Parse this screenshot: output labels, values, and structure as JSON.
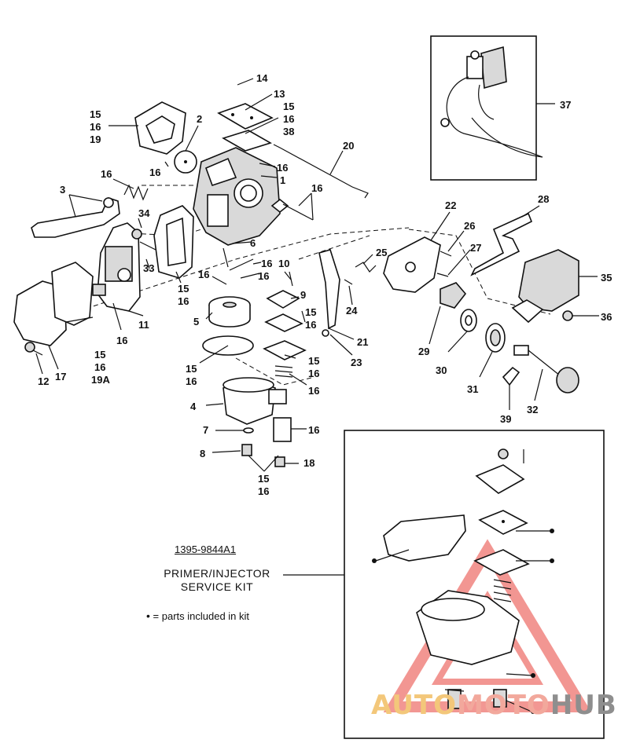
{
  "diagram": {
    "callouts": [
      {
        "id": "c14",
        "text": "14"
      },
      {
        "id": "c13",
        "text": "13"
      },
      {
        "id": "c15a",
        "text": "15"
      },
      {
        "id": "c16a",
        "text": "16"
      },
      {
        "id": "c38",
        "text": "38"
      },
      {
        "id": "c15b",
        "text": "15"
      },
      {
        "id": "c16b",
        "text": "16"
      },
      {
        "id": "c19",
        "text": "19"
      },
      {
        "id": "c2",
        "text": "2"
      },
      {
        "id": "c16c",
        "text": "16"
      },
      {
        "id": "c16d",
        "text": "16"
      },
      {
        "id": "c1",
        "text": "1"
      },
      {
        "id": "c20",
        "text": "20"
      },
      {
        "id": "c16e",
        "text": "16"
      },
      {
        "id": "c3",
        "text": "3"
      },
      {
        "id": "c16f",
        "text": "16"
      },
      {
        "id": "c34",
        "text": "34"
      },
      {
        "id": "c33",
        "text": "33"
      },
      {
        "id": "c15c",
        "text": "15"
      },
      {
        "id": "c16g",
        "text": "16"
      },
      {
        "id": "c6",
        "text": "6"
      },
      {
        "id": "c16h",
        "text": "16"
      },
      {
        "id": "c16i",
        "text": "16"
      },
      {
        "id": "c16j",
        "text": "16"
      },
      {
        "id": "c10",
        "text": "10"
      },
      {
        "id": "c9",
        "text": "9"
      },
      {
        "id": "c15d",
        "text": "15"
      },
      {
        "id": "c16k",
        "text": "16"
      },
      {
        "id": "c5",
        "text": "5"
      },
      {
        "id": "c11",
        "text": "11"
      },
      {
        "id": "c16l",
        "text": "16"
      },
      {
        "id": "c15e",
        "text": "15"
      },
      {
        "id": "c16m",
        "text": "16"
      },
      {
        "id": "c19a",
        "text": "19A"
      },
      {
        "id": "c17",
        "text": "17"
      },
      {
        "id": "c12",
        "text": "12"
      },
      {
        "id": "c15f",
        "text": "15"
      },
      {
        "id": "c16n",
        "text": "16"
      },
      {
        "id": "c15g",
        "text": "15"
      },
      {
        "id": "c16o",
        "text": "16"
      },
      {
        "id": "c16p",
        "text": "16"
      },
      {
        "id": "c4",
        "text": "4"
      },
      {
        "id": "c16q",
        "text": "16"
      },
      {
        "id": "c7",
        "text": "7"
      },
      {
        "id": "c8",
        "text": "8"
      },
      {
        "id": "c18",
        "text": "18"
      },
      {
        "id": "c15h",
        "text": "15"
      },
      {
        "id": "c16r",
        "text": "16"
      },
      {
        "id": "c22",
        "text": "22"
      },
      {
        "id": "c26",
        "text": "26"
      },
      {
        "id": "c27",
        "text": "27"
      },
      {
        "id": "c25",
        "text": "25"
      },
      {
        "id": "c24",
        "text": "24"
      },
      {
        "id": "c21",
        "text": "21"
      },
      {
        "id": "c23",
        "text": "23"
      },
      {
        "id": "c28",
        "text": "28"
      },
      {
        "id": "c35",
        "text": "35"
      },
      {
        "id": "c36",
        "text": "36"
      },
      {
        "id": "c29",
        "text": "29"
      },
      {
        "id": "c30",
        "text": "30"
      },
      {
        "id": "c31",
        "text": "31"
      },
      {
        "id": "c32",
        "text": "32"
      },
      {
        "id": "c39",
        "text": "39"
      },
      {
        "id": "c37",
        "text": "37"
      }
    ]
  },
  "kit": {
    "part_number": "1395-9844A1",
    "title_line1": "PRIMER/INJECTOR",
    "title_line2": "SERVICE KIT",
    "legend_symbol": "•",
    "legend_text": "= parts included in kit"
  },
  "watermark": {
    "part1": "AUTO",
    "part2": "MOTO",
    "part3": "HUB"
  },
  "colors": {
    "line": "#111111",
    "watermark_triangle": "#e8423a",
    "watermark_auto": "#f3c77a",
    "watermark_hub": "#8e8e8e"
  }
}
